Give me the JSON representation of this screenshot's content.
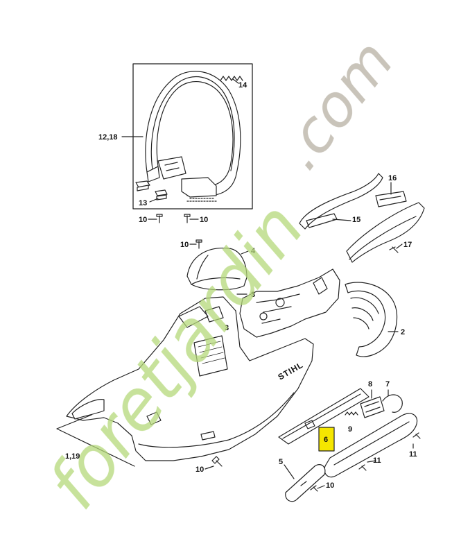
{
  "watermark": {
    "brand_text": "foretjardin",
    "tld_text": ".com",
    "colors": [
      "#b5d97a",
      "#b7b0a3"
    ]
  },
  "callouts": {
    "c12_18": "12,18",
    "c14": "14",
    "c13": "13",
    "c10_a": "10",
    "c10_b": "10",
    "c10_c": "10",
    "c4": "4",
    "c16": "16",
    "c15": "15",
    "c17": "17",
    "c3_a": "3",
    "c3_b": "3",
    "c2": "2",
    "c1_19": "1,19",
    "c10_d": "10",
    "c8": "8",
    "c7": "7",
    "c6": "6",
    "c9": "9",
    "c11_a": "11",
    "c11_b": "11",
    "c5": "5",
    "c10_e": "10"
  },
  "brand_mark": "STIHL",
  "highlight_color": "#f5e600",
  "parts": [
    "handle-loop-12-18",
    "spring-14",
    "clip-13",
    "screw-10",
    "cover-4",
    "trigger-cover-16",
    "grip-half-15",
    "grip-cover-17",
    "housing-3",
    "side-shell-2",
    "shell-1-19",
    "switch-8",
    "spring-9",
    "lever-7",
    "grip-6",
    "sleeve-5",
    "screw-11"
  ]
}
